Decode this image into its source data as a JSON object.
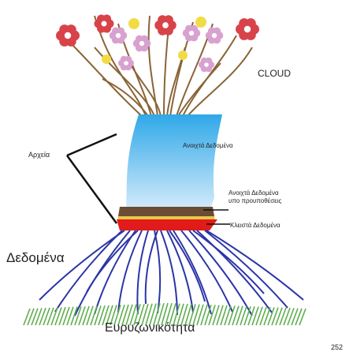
{
  "labels": {
    "cloud": "CLOUD",
    "open_data": "Ανοιχτά Δεδομένα",
    "open_data_conditional_l1": "Ανοιχτά Δεδομένα",
    "open_data_conditional_l2": "υπο προυποθέσεις",
    "closed_data": "Κλειστά Δεδομένα",
    "files": "Αρχεία",
    "data": "Δεδομένα",
    "broadband": "Ευρυζωνικότητα",
    "corner_number": "252"
  },
  "colors": {
    "trunk_top": "#2fa8e8",
    "trunk_bottom": "#cfe9fb",
    "brown_band": "#6b4d33",
    "yellow_band": "#e8c84a",
    "red_band": "#e21a1a",
    "roots": "#2b35a8",
    "grass": "#5fae4f",
    "branches": "#8a6436",
    "flower_red": "#d8434a",
    "flower_pink": "#d9a1d0",
    "flower_yellow": "#f2dc45",
    "leader_lines": "#111111"
  }
}
